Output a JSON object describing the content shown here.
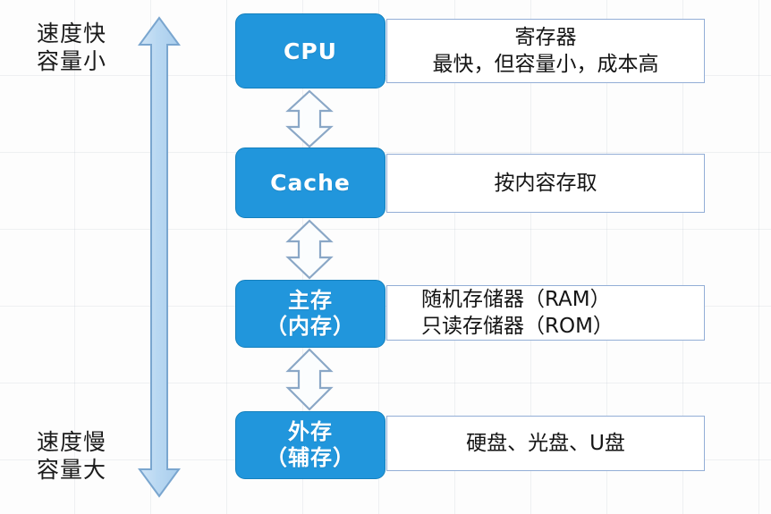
{
  "diagram": {
    "title": "computer-storage-hierarchy",
    "colors": {
      "box_fill": "#2196dc",
      "box_border": "#1580bd",
      "desc_border": "#93aed6",
      "desc_fill": "#ffffff",
      "arrow_fill": "#b4d5f0",
      "arrow_stroke": "#7aa6cf",
      "connector_fill": "#fafcfe",
      "connector_stroke": "#8aa7c6",
      "background": "#fdfdfd",
      "text": "#141414"
    },
    "axis": {
      "top_label": "速度快\n容量小",
      "bottom_label": "速度慢\n容量大",
      "arrow_name": "vertical-double-arrow"
    },
    "levels": [
      {
        "id": "cpu",
        "name": "CPU",
        "label": "CPU",
        "script": "latin",
        "description": "寄存器\n最快，但容量小，成本高",
        "description_align": "center"
      },
      {
        "id": "cache",
        "name": "Cache",
        "label": "Cache",
        "script": "latin",
        "description": "按内容存取",
        "description_align": "center"
      },
      {
        "id": "main-memory",
        "name": "主存",
        "label": "主存\n（内存）",
        "script": "cjk",
        "description": "随机存储器（RAM）\n只读存储器（ROM）",
        "description_align": "left"
      },
      {
        "id": "external-storage",
        "name": "外存",
        "label": "外存\n（辅存）",
        "script": "cjk",
        "description": "硬盘、光盘、U盘",
        "description_align": "center"
      }
    ],
    "connectors": [
      {
        "id": "cpu-cache",
        "kind": "double-arrow"
      },
      {
        "id": "cache-main",
        "kind": "double-arrow"
      },
      {
        "id": "main-ext",
        "kind": "double-arrow"
      }
    ]
  }
}
